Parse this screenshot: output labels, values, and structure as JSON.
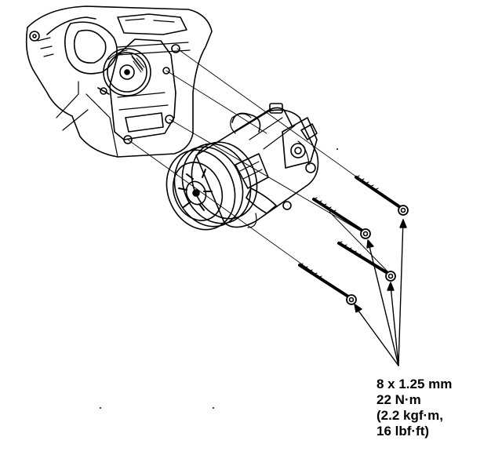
{
  "spec": {
    "bolt_size": "8 x 1.25 mm",
    "torque_nm": "22 N·m",
    "torque_kgf": "(2.2 kgf·m,",
    "torque_lbf": "16 lbf·ft)"
  },
  "colors": {
    "ink": "#000000",
    "paper": "#ffffff"
  },
  "bolt_count": 4
}
